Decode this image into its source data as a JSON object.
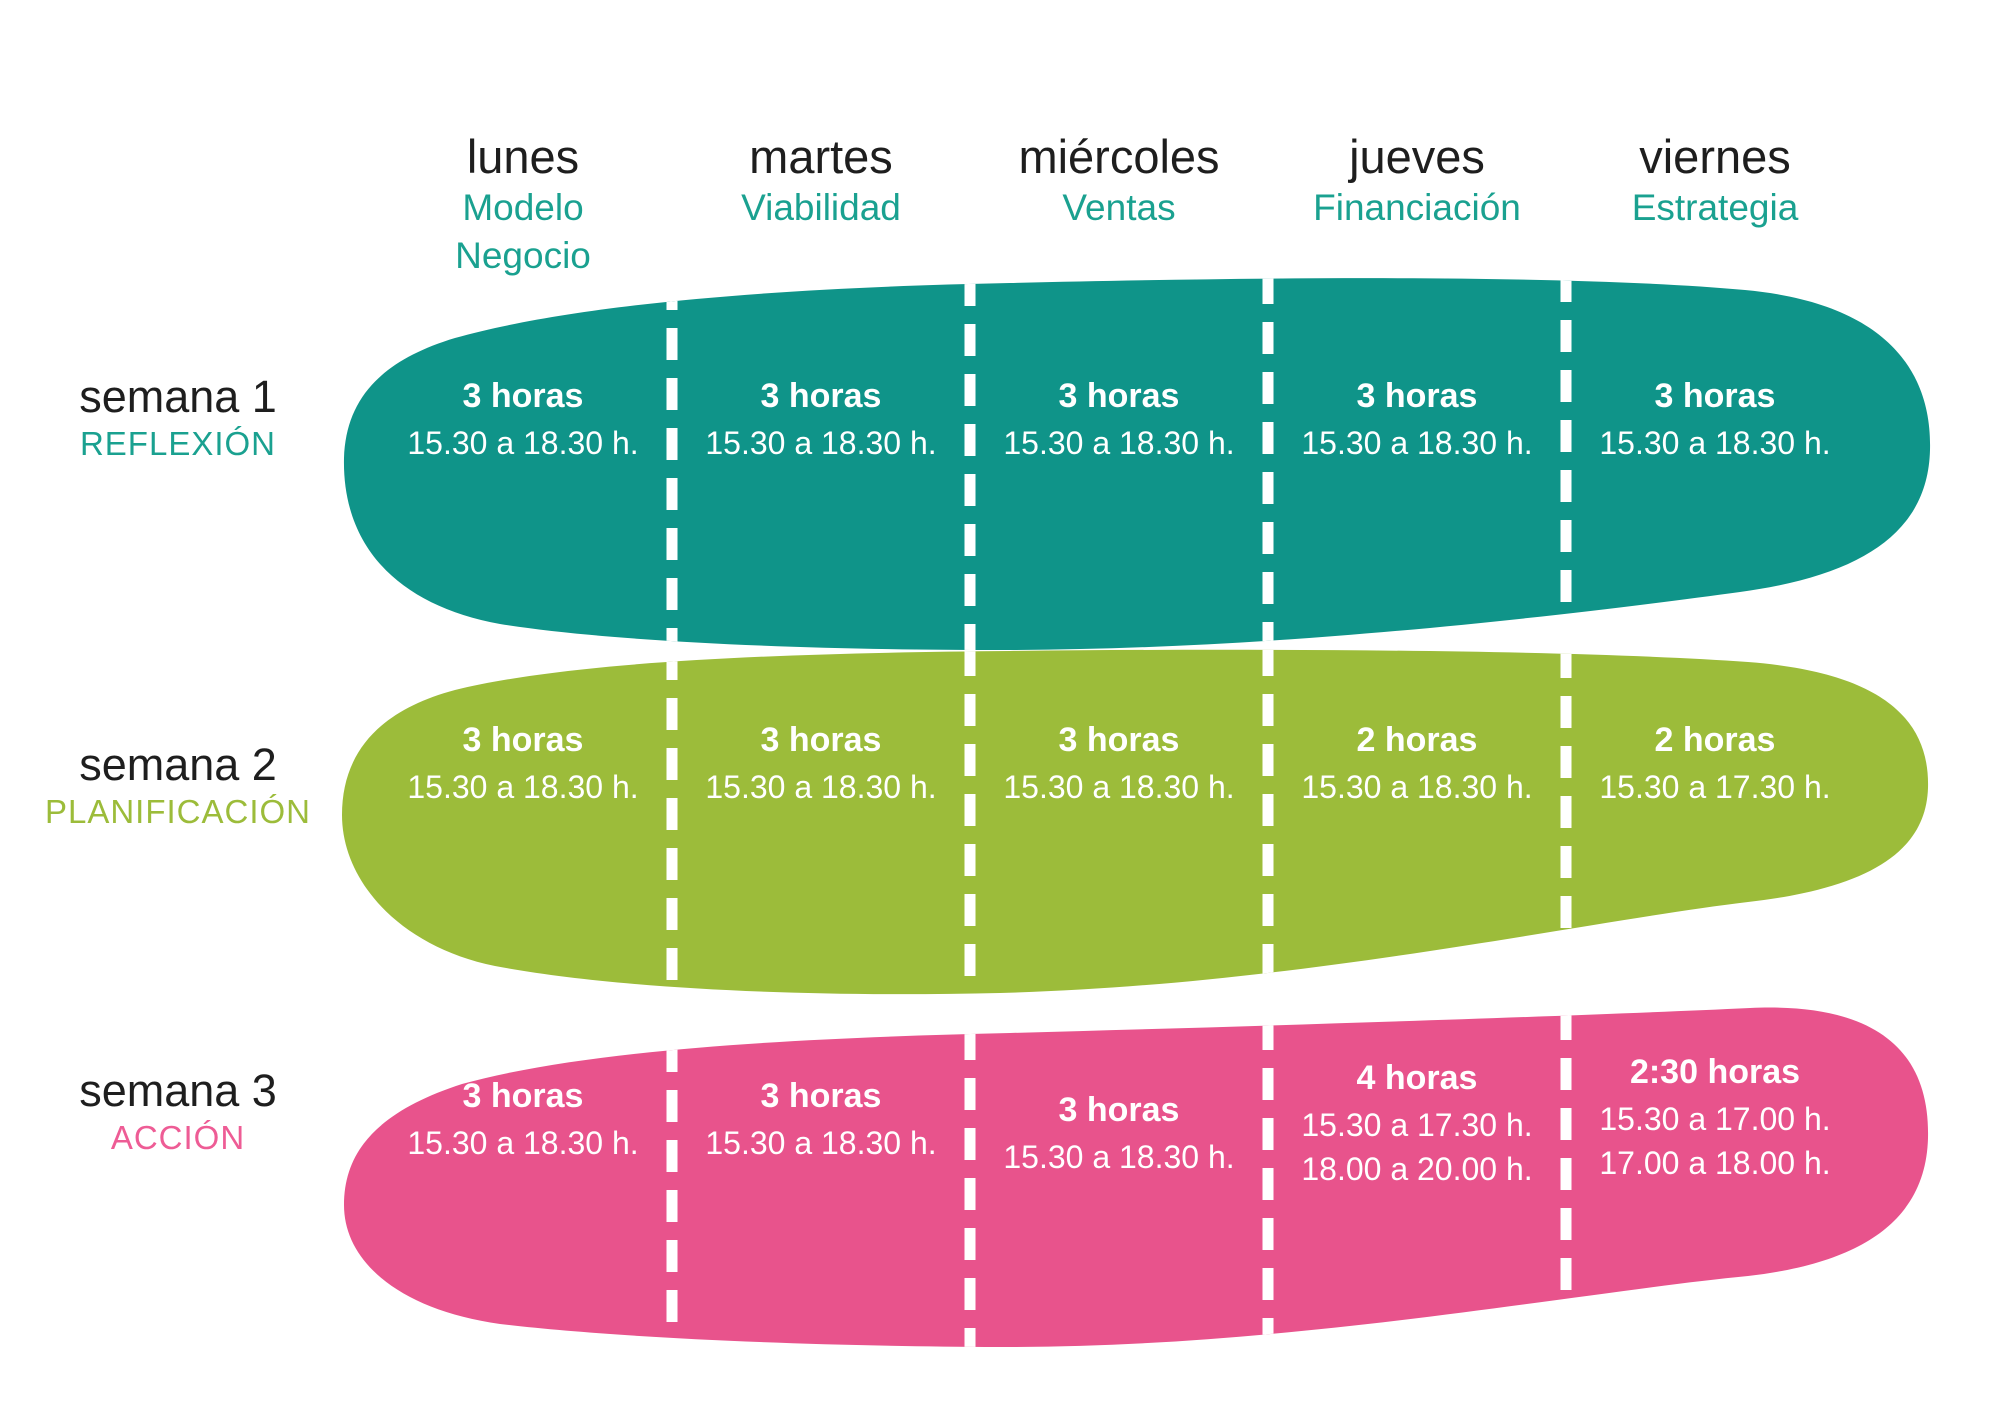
{
  "colors": {
    "week1": "#0F9489",
    "week2": "#9CBC3A",
    "week3": "#E8538C",
    "header_topic": "#1AA190",
    "phase_week1": "#1AA190",
    "phase_week2": "#9CBC3A",
    "phase_week3": "#EE5C95",
    "day_text": "#1E1E1E",
    "cell_text": "#FFFFFF",
    "separator": "#FFFFFF"
  },
  "header": {
    "days": [
      {
        "day": "lunes",
        "topic_lines": [
          "Modelo",
          "Negocio"
        ]
      },
      {
        "day": "martes",
        "topic_lines": [
          "Viabilidad"
        ]
      },
      {
        "day": "miércoles",
        "topic_lines": [
          "Ventas"
        ]
      },
      {
        "day": "jueves",
        "topic_lines": [
          "Financiación"
        ]
      },
      {
        "day": "viernes",
        "topic_lines": [
          "Estrategia"
        ]
      }
    ]
  },
  "weeks": [
    {
      "label": "semana 1",
      "phase": "REFLEXIÓN",
      "cells": [
        {
          "hours": "3 horas",
          "times": [
            "15.30 a 18.30 h."
          ]
        },
        {
          "hours": "3 horas",
          "times": [
            "15.30 a 18.30 h."
          ]
        },
        {
          "hours": "3 horas",
          "times": [
            "15.30 a 18.30 h."
          ]
        },
        {
          "hours": "3 horas",
          "times": [
            "15.30 a 18.30 h."
          ]
        },
        {
          "hours": "3 horas",
          "times": [
            "15.30 a 18.30 h."
          ]
        }
      ]
    },
    {
      "label": "semana 2",
      "phase": "PLANIFICACIÓN",
      "cells": [
        {
          "hours": "3 horas",
          "times": [
            "15.30 a 18.30 h."
          ]
        },
        {
          "hours": "3 horas",
          "times": [
            "15.30 a 18.30 h."
          ]
        },
        {
          "hours": "3 horas",
          "times": [
            "15.30 a 18.30 h."
          ]
        },
        {
          "hours": "2 horas",
          "times": [
            "15.30 a 18.30 h."
          ]
        },
        {
          "hours": "2 horas",
          "times": [
            "15.30 a 17.30 h."
          ]
        }
      ]
    },
    {
      "label": "semana 3",
      "phase": "ACCIÓN",
      "cells": [
        {
          "hours": "3 horas",
          "times": [
            "15.30 a 18.30 h."
          ]
        },
        {
          "hours": "3 horas",
          "times": [
            "15.30 a 18.30 h."
          ]
        },
        {
          "hours": "3 horas",
          "times": [
            "15.30 a 18.30 h."
          ]
        },
        {
          "hours": "4 horas",
          "times": [
            "15.30 a 17.30 h.",
            "18.00 a 20.00 h."
          ]
        },
        {
          "hours": "2:30 horas",
          "times": [
            "15.30 a 17.00 h.",
            "17.00 a 18.00 h."
          ]
        }
      ]
    }
  ]
}
